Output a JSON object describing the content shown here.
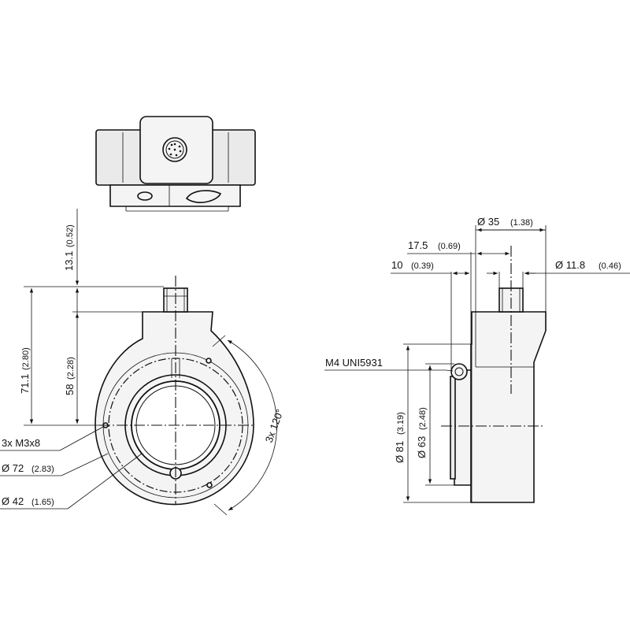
{
  "labels": {
    "top_dim": "13.1",
    "top_dim_in": "(0.52)",
    "height_total": "71.1",
    "height_total_in": "(2.80)",
    "height_center": "58",
    "height_center_in": "(2.28)",
    "holes": "3x M3x8",
    "dia72": "Ø 72",
    "dia72_in": "(2.83)",
    "dia42": "Ø 42",
    "dia42_in": "(1.65)",
    "angle": "3x 120°",
    "dia35": "Ø 35",
    "dia35_in": "(1.38)",
    "len17": "17.5",
    "len17_in": "(0.69)",
    "len10": "10",
    "len10_in": "(0.39)",
    "dia11": "Ø 11.8",
    "dia11_in": "(0.46)",
    "screw": "M4 UNI5931",
    "dia81": "Ø 81",
    "dia81_in": "(3.19)",
    "dia63": "Ø 63",
    "dia63_in": "(2.48)"
  }
}
